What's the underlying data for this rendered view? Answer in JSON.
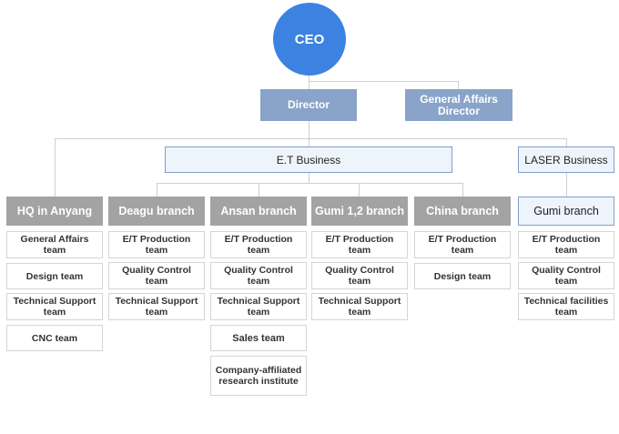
{
  "ceo": "CEO",
  "director": "Director",
  "general_affairs_director": "General Affairs Director",
  "et_business": "E.T Business",
  "laser_business": "LASER Business",
  "branches": {
    "hq_anyang": {
      "label": "HQ in Anyang",
      "teams": [
        "General Affairs team",
        "Design team",
        "Technical Support team",
        "CNC team"
      ]
    },
    "deagu": {
      "label": "Deagu branch",
      "teams": [
        "E/T Production team",
        "Quality Control team",
        "Technical Support team"
      ]
    },
    "ansan": {
      "label": "Ansan branch",
      "teams": [
        "E/T Production team",
        "Quality Control team",
        "Technical Support team",
        "Sales team",
        "Company-affiliated research institute"
      ]
    },
    "gumi12": {
      "label": "Gumi 1,2 branch",
      "teams": [
        "E/T Production team",
        "Quality Control team",
        "Technical Support team"
      ]
    },
    "china": {
      "label": "China branch",
      "teams": [
        "E/T Production team",
        "Design team"
      ]
    },
    "gumi": {
      "label": "Gumi branch",
      "teams": [
        "E/T Production team",
        "Quality Control team",
        "Technical facilities team"
      ]
    }
  }
}
